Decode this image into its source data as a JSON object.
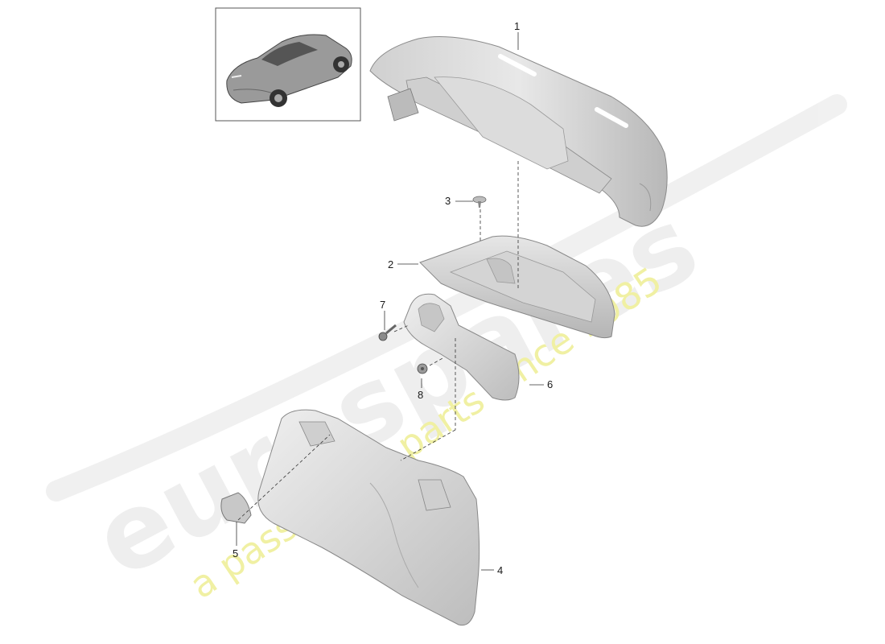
{
  "watermark": {
    "brand": "eurospares",
    "tagline": "a passion for parts since 1985",
    "brand_color": "#e9e9e9",
    "tagline_color": "#eeee99"
  },
  "thumbnail": {
    "icon": "car-icon"
  },
  "callouts": [
    {
      "id": "1",
      "label": "1"
    },
    {
      "id": "2",
      "label": "2"
    },
    {
      "id": "3",
      "label": "3"
    },
    {
      "id": "4",
      "label": "4"
    },
    {
      "id": "5",
      "label": "5"
    },
    {
      "id": "6",
      "label": "6"
    },
    {
      "id": "7",
      "label": "7"
    },
    {
      "id": "8",
      "label": "8"
    }
  ],
  "colors": {
    "part_fill": "#d9d9d9",
    "part_stroke": "#7a7a7a",
    "leader": "#333333"
  }
}
